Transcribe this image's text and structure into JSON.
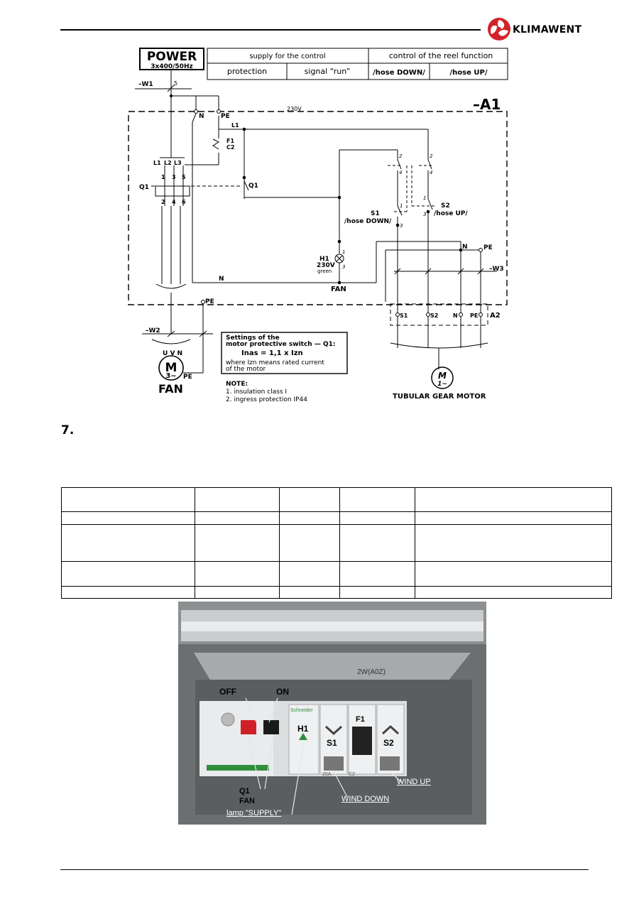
{
  "header": {
    "brand": "KLIMAWENT",
    "logo_color": "#d2232a"
  },
  "schematic": {
    "power_title": "POWER",
    "power_sub": "3x400/50Hz",
    "supply_control": "supply for the control",
    "reel_function": "control of the reel function",
    "protection": "protection",
    "signal_run": "signal “run”",
    "hose_down_hdr": "/hose DOWN/",
    "hose_up_hdr": "/hose UP/",
    "w1": "–W1",
    "w1_count": "5",
    "n": "N",
    "pe": "PE",
    "v230": "230V",
    "a1": "–A1",
    "l1": "L1",
    "f1": "F1",
    "c2": "C2",
    "l1t": "L1",
    "l2t": "L2",
    "l3t": "L3",
    "t1": "1",
    "t3": "3",
    "t5": "5",
    "q1": "Q1",
    "q1b": "Q1",
    "t2": "2",
    "t4": "4",
    "t6": "6",
    "s1": "S1",
    "s1_hose": "/hose DOWN/",
    "s2": "S2",
    "s2_hose": "/hose UP/",
    "h1": "H1",
    "h1_v": "230V",
    "h1_color": "green",
    "fan_lbl": "FAN",
    "n_bottom": "N",
    "n_right": "N",
    "pe_right": "PE",
    "w3": "–W3",
    "pe_lower": "PE",
    "w2": "–W2",
    "uvn": "U V N",
    "motor_m": "M",
    "motor_3": "3~",
    "motor_pe": "PE",
    "fan_big": "FAN",
    "a2_s1": "S1",
    "a2_s2": "S2",
    "a2_n": "N",
    "a2_pe": "PE",
    "a2": "A2",
    "m1": "M",
    "m1_sub": "1~",
    "tubular": "TUBULAR GEAR MOTOR",
    "settings_1": "Settings of the",
    "settings_2": "motor protective switch — Q1:",
    "settings_formula": "Inas = 1,1 x Izn",
    "settings_3": "where Izn means rated current",
    "settings_4": "of the motor",
    "note_title": "NOTE:",
    "note_1": "1. insulation class I",
    "note_2": "2. ingress protection IP44",
    "sw_2a": "2",
    "sw_4a": "4",
    "sw_2b": "2",
    "sw_4b": "4",
    "sw_1a": "1",
    "sw_3a": "3",
    "sw_1b": "1",
    "sw_3b": "3",
    "h1_1": "1",
    "h1_3": "3"
  },
  "section": {
    "number": "7."
  },
  "photo": {
    "label_2w": "2W(A0Z)",
    "off": "OFF",
    "on": "ON",
    "h1": "H1",
    "s1": "S1",
    "f1": "F1",
    "s2": "S2",
    "q1": "Q1",
    "fan": "FAN",
    "lamp": "lamp \"SUPPLY\"",
    "wind_down": "WIND DOWN",
    "wind_up": "WIND UP",
    "brand": "Schneider",
    "rating_20a": "20A",
    "rating_c2": "C2"
  }
}
